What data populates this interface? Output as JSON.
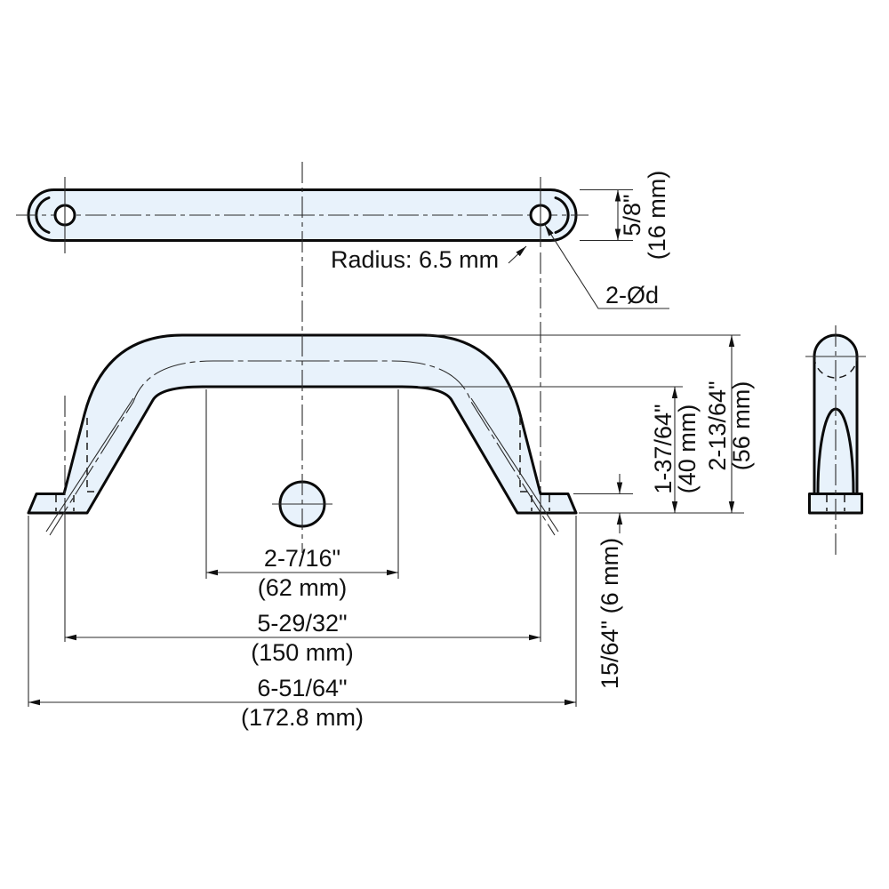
{
  "drawing": {
    "type": "technical-drawing-pull-handle",
    "fill_color": "#e8f2fb",
    "line_color": "#0a0a0a",
    "labels": {
      "radius": "Radius: 6.5 mm",
      "holes": "2-Ød"
    },
    "dimensions": {
      "bar_thickness": {
        "inches": "5/8\"",
        "metric": "(16 mm)"
      },
      "inner_width": {
        "inches": "2-7/16\"",
        "metric": "(62 mm)"
      },
      "mounting_pitch": {
        "inches": "5-29/32\"",
        "metric": "(150 mm)"
      },
      "overall_length": {
        "inches": "6-51/64\"",
        "metric": "(172.8 mm)"
      },
      "inner_height": {
        "inches": "1-37/64\"",
        "metric": "(40 mm)"
      },
      "overall_height": {
        "inches": "2-13/64\"",
        "metric": "(56 mm)"
      },
      "foot_thickness": {
        "combined": "15/64\" (6 mm)"
      }
    }
  }
}
